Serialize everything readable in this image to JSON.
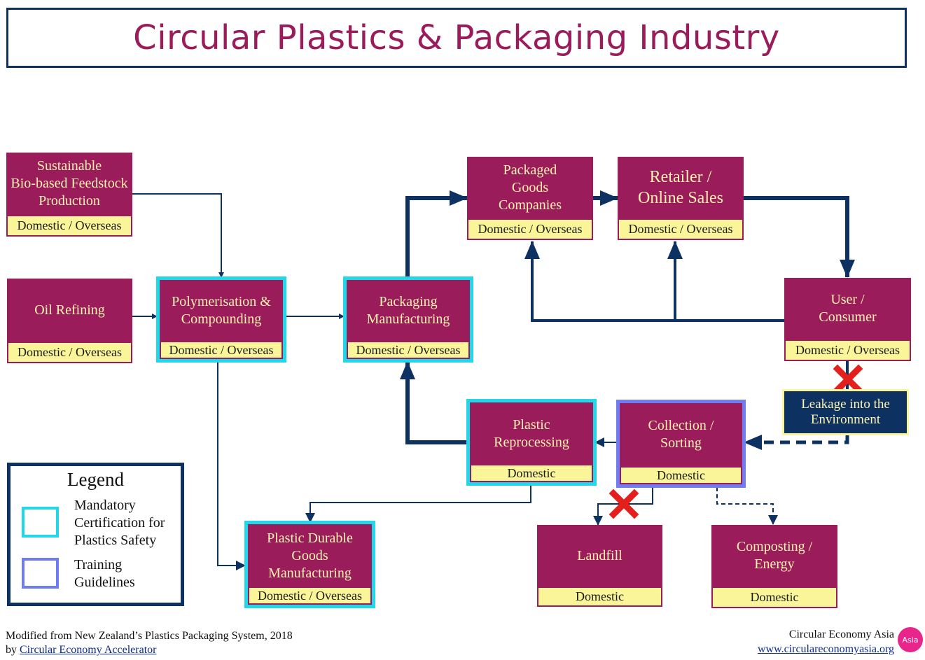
{
  "title": "Circular Plastics & Packaging Industry",
  "colors": {
    "node_fill": "#9b1c5a",
    "node_text": "#fff3b0",
    "footer_fill": "#fbf59a",
    "arrow": "#0d3161",
    "mandatory_border": "#22d8e8",
    "training_border": "#6f7cf3",
    "cross": "#e3201b"
  },
  "nodes": {
    "bio": {
      "label": "Sustainable\nBio-based Feedstock\nProduction",
      "footer": "Domestic / Overseas"
    },
    "oil": {
      "label": "Oil Refining",
      "footer": "Domestic / Overseas"
    },
    "poly": {
      "label": "Polymerisation &\nCompounding",
      "footer": "Domestic / Overseas"
    },
    "pack": {
      "label": "Packaging\nManufacturing",
      "footer": "Domestic / Overseas"
    },
    "goods": {
      "label": "Packaged\nGoods\nCompanies",
      "footer": "Domestic / Overseas"
    },
    "retail": {
      "label": "Retailer /\nOnline Sales",
      "footer": "Domestic / Overseas"
    },
    "user": {
      "label": "User /\nConsumer",
      "footer": "Domestic / Overseas"
    },
    "leak": {
      "label": "Leakage into the\nEnvironment"
    },
    "reproc": {
      "label": "Plastic\nReprocessing",
      "footer": "Domestic"
    },
    "collect": {
      "label": "Collection /\nSorting",
      "footer": "Domestic"
    },
    "durable": {
      "label": "Plastic Durable\nGoods\nManufacturing",
      "footer": "Domestic / Overseas"
    },
    "landfill": {
      "label": "Landfill",
      "footer": "Domestic"
    },
    "compost": {
      "label": "Composting /\nEnergy",
      "footer": "Domestic"
    }
  },
  "legend": {
    "title": "Legend",
    "mandatory": "Mandatory\nCertification for\nPlastics Safety",
    "training": "Training\nGuidelines"
  },
  "credits": {
    "source_line": "Modified from New Zealand’s Plastics Packaging System, 2018",
    "by_prefix": "by ",
    "by_link": "Circular Economy Accelerator",
    "org_name": "Circular Economy Asia",
    "org_url": "www.circulareconomyasia.org",
    "logo_text": "Asia"
  }
}
